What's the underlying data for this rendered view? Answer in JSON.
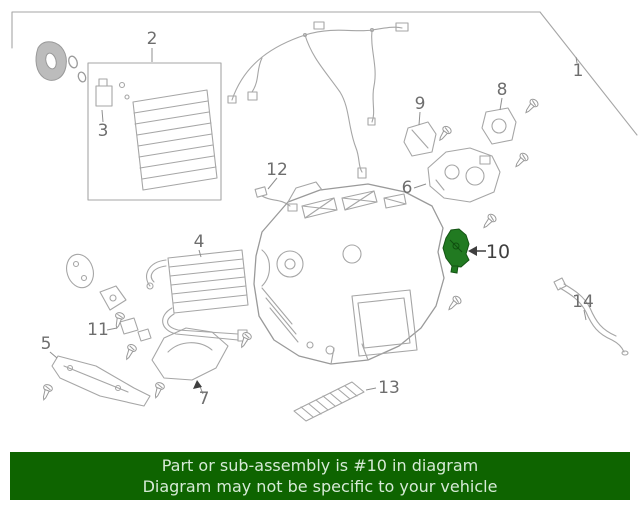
{
  "banner": {
    "line1": "Part or sub-assembly is #10 in diagram",
    "line2": "Diagram may not be specific to your vehicle",
    "bg_color": "#0e6400",
    "text_color": "#d6ead6"
  },
  "diagram": {
    "callouts": [
      "1",
      "2",
      "3",
      "4",
      "5",
      "6",
      "7",
      "8",
      "9",
      "10",
      "11",
      "12",
      "13",
      "14"
    ],
    "highlight": {
      "label": "10",
      "color": "#217a21"
    },
    "line_color": "#a6a6a6",
    "label_color": "#6e6e6e"
  }
}
